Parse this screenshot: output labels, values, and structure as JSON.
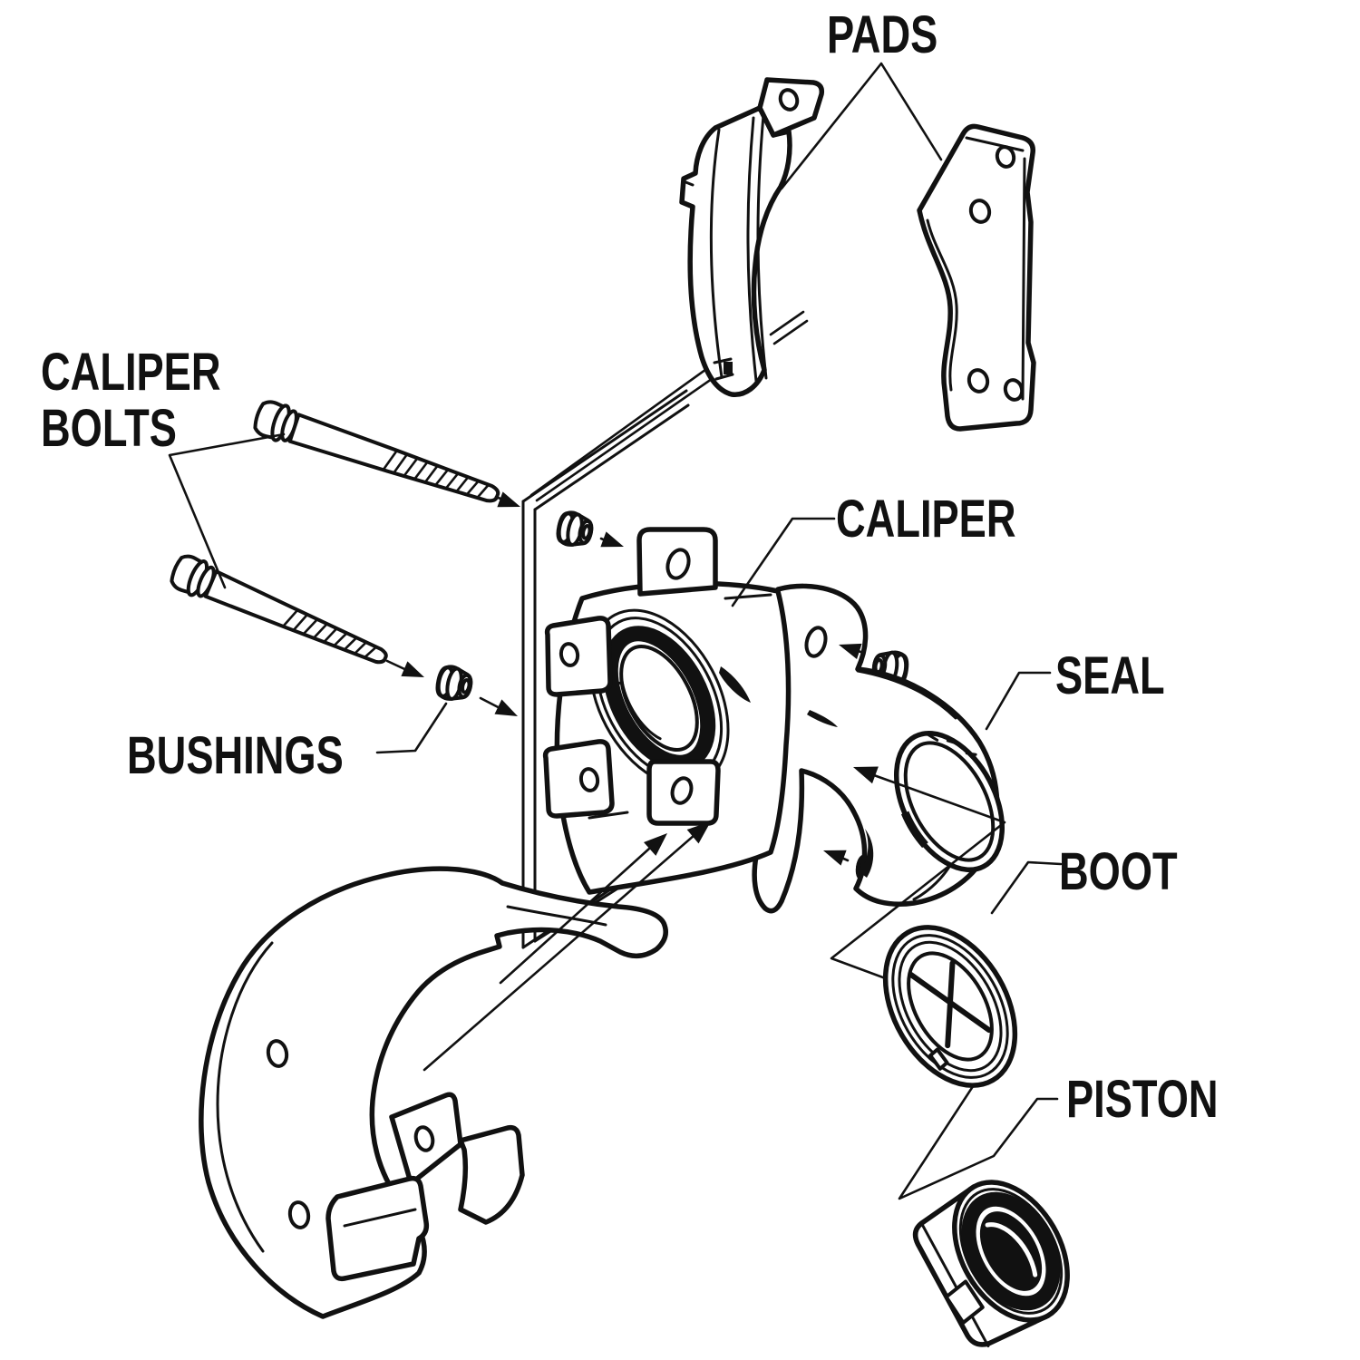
{
  "page": {
    "background_color": "#ffffff",
    "ink_color": "#111111",
    "type": "exploded-parts-line-diagram"
  },
  "labels": {
    "pads": "PADS",
    "caliper_bolts_line1": "CALIPER",
    "caliper_bolts_line2": "BOLTS",
    "bushings": "BUSHINGS",
    "caliper": "CALIPER",
    "seal": "SEAL",
    "boot": "BOOT",
    "piston": "PISTON"
  },
  "parts": [
    {
      "id": "pads",
      "label": "PADS",
      "count_shown": 2
    },
    {
      "id": "caliper-bolts",
      "label": "CALIPER BOLTS",
      "count_shown": 2
    },
    {
      "id": "bushings",
      "label": "BUSHINGS",
      "count_shown": 4
    },
    {
      "id": "caliper",
      "label": "CALIPER",
      "count_shown": 1
    },
    {
      "id": "seal",
      "label": "SEAL",
      "count_shown": 1
    },
    {
      "id": "boot",
      "label": "BOOT",
      "count_shown": 1
    },
    {
      "id": "piston",
      "label": "PISTON",
      "count_shown": 1
    }
  ]
}
